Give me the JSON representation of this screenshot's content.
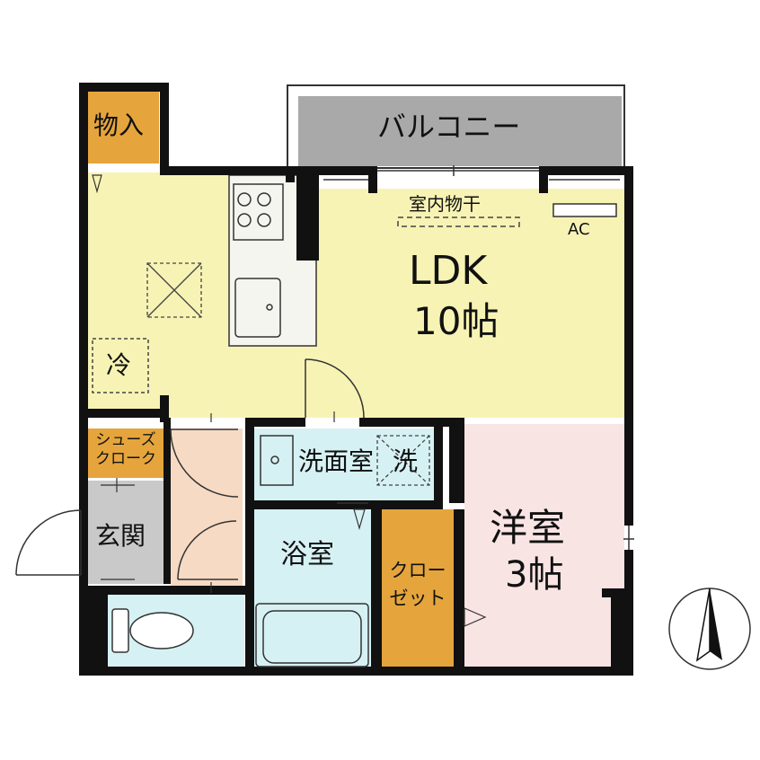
{
  "colors": {
    "wall": "#111111",
    "ldk": "#f7f3b4",
    "western": "#f9e4e4",
    "storage": "#e5a53c",
    "wet": "#d6f1f4",
    "balcony": "#a9a9a9",
    "entrance": "#c9c9c9",
    "hall": "#f6dac4"
  },
  "rooms": {
    "storage": "物入",
    "balcony": "バルコニー",
    "indoor_drying": "室内物干",
    "ac": "AC",
    "ldk_name": "LDK",
    "ldk_size": "10帖",
    "fridge": "冷",
    "shoes_line1": "シューズ",
    "shoes_line2": "クローク",
    "entrance": "玄関",
    "washroom": "洗面室",
    "washer": "洗",
    "bath": "浴室",
    "closet_line1": "クロー",
    "closet_line2": "ゼット",
    "western_name": "洋室",
    "western_size": "3帖"
  },
  "icons": {
    "compass": "north-arrow-icon",
    "stove": "stove-icon",
    "sink": "sink-icon",
    "toilet": "toilet-icon",
    "bathtub": "bathtub-icon"
  }
}
